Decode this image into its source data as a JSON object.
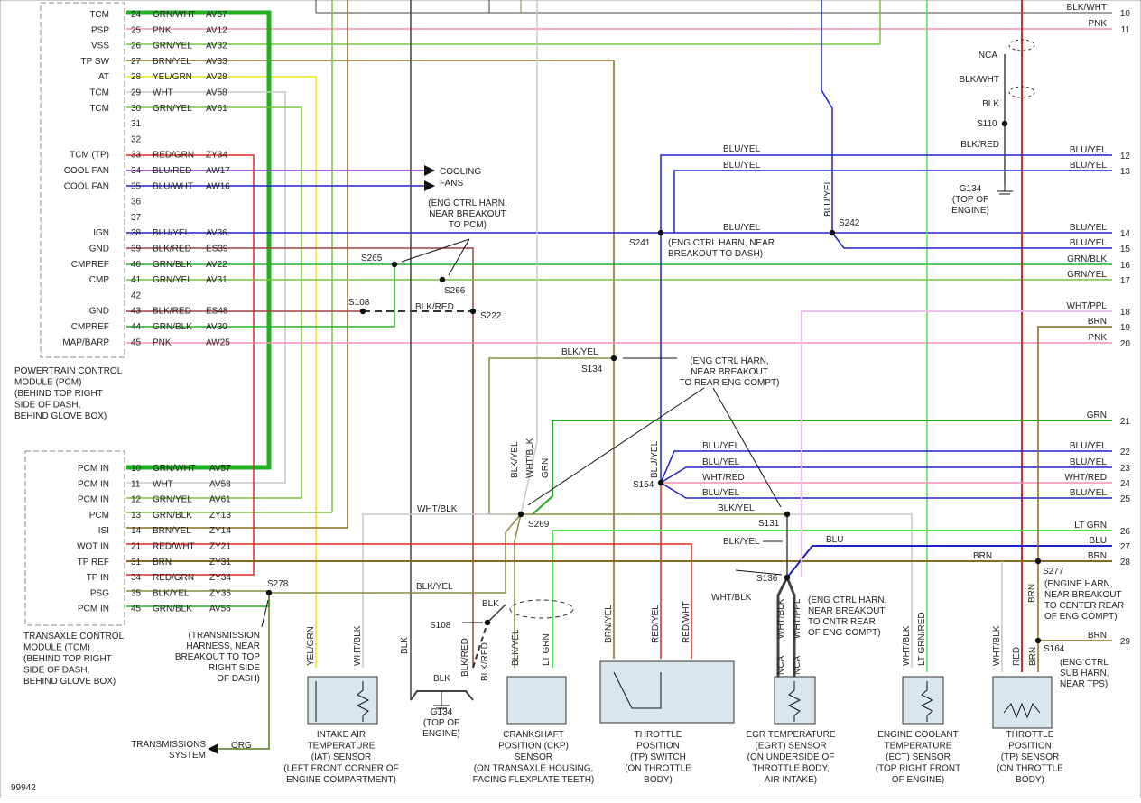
{
  "colors": {
    "red": "#e0281e",
    "pink": "#f58fb5",
    "grn": "#22b022",
    "grnyel": "#76c442",
    "ltgrn": "#4fe34f",
    "blu": "#2020d0",
    "wht": "#c8c8c8",
    "blk": "#444444",
    "brn": "#8a6a20",
    "yel": "#e8e81a",
    "olive": "#8a8a40"
  },
  "pcm": {
    "label_lines": [
      "POWERTRAIN CONTROL",
      "MODULE (PCM)",
      "(BEHIND TOP RIGHT",
      "SIDE OF DASH,",
      "BEHIND GLOVE BOX)"
    ],
    "pins": [
      {
        "name": "TCM",
        "num": "24",
        "color": "GRN/WHT",
        "circuit": "AV57"
      },
      {
        "name": "PSP",
        "num": "25",
        "color": "PNK",
        "circuit": "AV12"
      },
      {
        "name": "VSS",
        "num": "26",
        "color": "GRN/YEL",
        "circuit": "AV32"
      },
      {
        "name": "TP SW",
        "num": "27",
        "color": "BRN/YEL",
        "circuit": "AV33"
      },
      {
        "name": "IAT",
        "num": "28",
        "color": "YEL/GRN",
        "circuit": "AV28"
      },
      {
        "name": "TCM",
        "num": "29",
        "color": "WHT",
        "circuit": "AV58"
      },
      {
        "name": "TCM",
        "num": "30",
        "color": "GRN/YEL",
        "circuit": "AV61"
      },
      {
        "name": "",
        "num": "31",
        "color": "",
        "circuit": ""
      },
      {
        "name": "",
        "num": "32",
        "color": "",
        "circuit": ""
      },
      {
        "name": "TCM (TP)",
        "num": "33",
        "color": "RED/GRN",
        "circuit": "ZY34"
      },
      {
        "name": "COOL FAN",
        "num": "34",
        "color": "BLU/RED",
        "circuit": "AW17"
      },
      {
        "name": "COOL FAN",
        "num": "35",
        "color": "BLU/WHT",
        "circuit": "AW16"
      },
      {
        "name": "",
        "num": "36",
        "color": "",
        "circuit": ""
      },
      {
        "name": "",
        "num": "37",
        "color": "",
        "circuit": ""
      },
      {
        "name": "IGN",
        "num": "38",
        "color": "BLU/YEL",
        "circuit": "AV36"
      },
      {
        "name": "GND",
        "num": "39",
        "color": "BLK/RED",
        "circuit": "ES39"
      },
      {
        "name": "CMPREF",
        "num": "40",
        "color": "GRN/BLK",
        "circuit": "AV22"
      },
      {
        "name": "CMP",
        "num": "41",
        "color": "GRN/YEL",
        "circuit": "AV31"
      },
      {
        "name": "",
        "num": "42",
        "color": "",
        "circuit": ""
      },
      {
        "name": "GND",
        "num": "43",
        "color": "BLK/RED",
        "circuit": "ES48"
      },
      {
        "name": "CMPREF",
        "num": "44",
        "color": "GRN/BLK",
        "circuit": "AV30"
      },
      {
        "name": "MAP/BARP",
        "num": "45",
        "color": "PNK",
        "circuit": "AW25"
      }
    ]
  },
  "tcm": {
    "label_lines": [
      "TRANSAXLE CONTROL",
      "MODULE (TCM)",
      "(BEHIND TOP RIGHT",
      "SIDE OF DASH,",
      "BEHIND GLOVE BOX)"
    ],
    "pins": [
      {
        "name": "PCM IN",
        "num": "10",
        "color": "GRN/WHT",
        "circuit": "AV57"
      },
      {
        "name": "PCM IN",
        "num": "11",
        "color": "WHT",
        "circuit": "AV58"
      },
      {
        "name": "PCM IN",
        "num": "12",
        "color": "GRN/YEL",
        "circuit": "AV61"
      },
      {
        "name": "PCM",
        "num": "13",
        "color": "GRN/BLK",
        "circuit": "ZY13"
      },
      {
        "name": "ISI",
        "num": "14",
        "color": "BRN/YEL",
        "circuit": "ZY14"
      },
      {
        "name": "WOT IN",
        "num": "21",
        "color": "RED/WHT",
        "circuit": "ZY21"
      },
      {
        "name": "TP REF",
        "num": "31",
        "color": "BRN",
        "circuit": "ZY31"
      },
      {
        "name": "TP IN",
        "num": "34",
        "color": "RED/GRN",
        "circuit": "ZY34"
      },
      {
        "name": "PSG",
        "num": "35",
        "color": "BLK/YEL",
        "circuit": "ZY35"
      },
      {
        "name": "PCM IN",
        "num": "45",
        "color": "GRN/BLK",
        "circuit": "AV56"
      }
    ]
  },
  "right_wires": [
    {
      "num": "10",
      "label": "BLK/WHT"
    },
    {
      "num": "11",
      "label": "PNK"
    },
    {
      "num": "12",
      "label": "BLU/YEL"
    },
    {
      "num": "13",
      "label": "BLU/YEL"
    },
    {
      "num": "14",
      "label": "BLU/YEL"
    },
    {
      "num": "15",
      "label": "BLU/YEL"
    },
    {
      "num": "16",
      "label": "GRN/BLK"
    },
    {
      "num": "17",
      "label": "GRN/YEL"
    },
    {
      "num": "18",
      "label": "WHT/PPL"
    },
    {
      "num": "19",
      "label": "BRN"
    },
    {
      "num": "20",
      "label": "PNK"
    },
    {
      "num": "21",
      "label": "GRN"
    },
    {
      "num": "22",
      "label": "BLU/YEL"
    },
    {
      "num": "23",
      "label": "BLU/YEL"
    },
    {
      "num": "24",
      "label": "WHT/RED"
    },
    {
      "num": "25",
      "label": "BLU/YEL"
    },
    {
      "num": "26",
      "label": "LT GRN"
    },
    {
      "num": "27",
      "label": "BLU"
    },
    {
      "num": "28",
      "label": "BRN"
    },
    {
      "num": "29",
      "label": "BRN"
    }
  ],
  "splices": {
    "s265": "S265",
    "s266": "S266",
    "s108a": "S108",
    "s222": "S222",
    "s241": "S241",
    "s242": "S242",
    "s134": "S134",
    "s154": "S154",
    "s269": "S269",
    "s131": "S131",
    "s136": "S136",
    "s277": "S277",
    "s164": "S164",
    "s278": "S278",
    "s108b": "S108",
    "s110": "S110"
  },
  "notes": {
    "cooling_fans": [
      "COOLING",
      "FANS"
    ],
    "eng_ctrl_pcm": [
      "(ENG CTRL HARN,",
      "NEAR BREAKOUT",
      "TO PCM)"
    ],
    "eng_ctrl_dash": [
      "(ENG CTRL HARN, NEAR",
      "BREAKOUT TO DASH)"
    ],
    "eng_ctrl_rear": [
      "(ENG CTRL HARN,",
      "NEAR BREAKOUT",
      "TO REAR ENG COMPT)"
    ],
    "eng_ctrl_cntr": [
      "(ENG CTRL HARN,",
      "NEAR BREAKOUT",
      "TO CNTR REAR",
      "OF ENG COMPT)"
    ],
    "engine_harn": [
      "(ENGINE HARN,",
      "NEAR BREAKOUT",
      "TO CENTER REAR",
      "OF ENG COMPT)"
    ],
    "eng_ctrl_sub": [
      "(ENG CTRL",
      "SUB HARN,",
      "NEAR TPS)"
    ],
    "transmission_harn": [
      "(TRANSMISSION",
      "HARNESS, NEAR",
      "BREAKOUT TO TOP",
      "RIGHT SIDE",
      "OF DASH)"
    ],
    "g134_top": [
      "G134",
      "(TOP OF",
      "ENGINE)"
    ],
    "g134_bottom": [
      "G134",
      "(TOP OF",
      "ENGINE)"
    ],
    "transmissions_system": [
      "TRANSMISSIONS",
      "SYSTEM"
    ],
    "figure_number": "99942"
  },
  "wire_labels": {
    "blk_red_mid": "BLK/RED",
    "blk_yel_s134": "BLK/YEL",
    "wht_blk_s269": "WHT/BLK",
    "blk_yel_s278": "BLK/YEL",
    "blk_yel_s131": "BLK/YEL",
    "blk_yel_s131b": "BLK/YEL",
    "wht_blk_s136": "WHT/BLK",
    "blu_s136": "BLU",
    "brn_s136": "BRN",
    "blu_yel_s241": "BLU/YEL",
    "blu_yel_top1": "BLU/YEL",
    "blu_yel_top2": "BLU/YEL",
    "blu_yel_v242": "BLU/YEL",
    "blk_yel_v": "BLK/YEL",
    "wht_blk_v": "WHT/BLK",
    "grn_v": "GRN",
    "blu_yel_v154": "BLU/YEL",
    "blu_yel_154a": "BLU/YEL",
    "blu_yel_154b": "BLU/YEL",
    "wht_red_154": "WHT/RED",
    "blu_yel_154c": "BLU/YEL",
    "nca_top": "NCA",
    "blk_wht_top": "BLK/WHT",
    "blk_top": "BLK",
    "blk_red_top": "BLK/RED",
    "blk_g134": "BLK",
    "blk_v": "BLK",
    "blk_red_v": "BLK/RED",
    "blk_g134b": "BLK",
    "org": "ORG",
    "brn_v277": "BRN",
    "yel_grn": "YEL/GRN",
    "wht_blk_iat": "WHT/BLK",
    "blk_red_ckp": "BLK/RED",
    "blk_yel_ckp": "BLK/YEL",
    "lt_grn_ckp": "LT GRN",
    "brn_yel_tp": "BRN/YEL",
    "red_yel_tp": "RED/YEL",
    "red_wht_tp": "RED/WHT",
    "wht_blk_egrt": "WHT/BLK",
    "wht_ppl_egrt": "WHT/PPL",
    "nca1": "NCA",
    "nca2": "NCA",
    "wht_blk_ect": "WHT/BLK",
    "lt_grn_red_ect": "LT GRN/RED",
    "wht_blk_tps": "WHT/BLK",
    "red_tps": "RED",
    "brn_tps": "BRN"
  },
  "sensors": {
    "iat": [
      "INTAKE AIR",
      "TEMPERATURE",
      "(IAT) SENSOR",
      "(LEFT FRONT CORNER OF",
      "ENGINE COMPARTMENT)"
    ],
    "ckp": [
      "CRANKSHAFT",
      "POSITION (CKP)",
      "SENSOR",
      "(ON TRANSAXLE HOUSING,",
      "FACING FLEXPLATE TEETH)"
    ],
    "tpswitch": [
      "THROTTLE",
      "POSITION",
      "(TP) SWITCH",
      "(ON THROTTLE",
      "BODY)"
    ],
    "egrt": [
      "EGR TEMPERATURE",
      "(EGRT) SENSOR",
      "(ON UNDERSIDE OF",
      "THROTTLE BODY,",
      "AIR INTAKE)"
    ],
    "ect": [
      "ENGINE COOLANT",
      "TEMPERATURE",
      "(ECT) SENSOR",
      "(TOP RIGHT FRONT",
      "OF ENGINE)"
    ],
    "tps": [
      "THROTTLE",
      "POSITION",
      "(TP) SENSOR",
      "(ON THROTTLE",
      "BODY)"
    ]
  }
}
